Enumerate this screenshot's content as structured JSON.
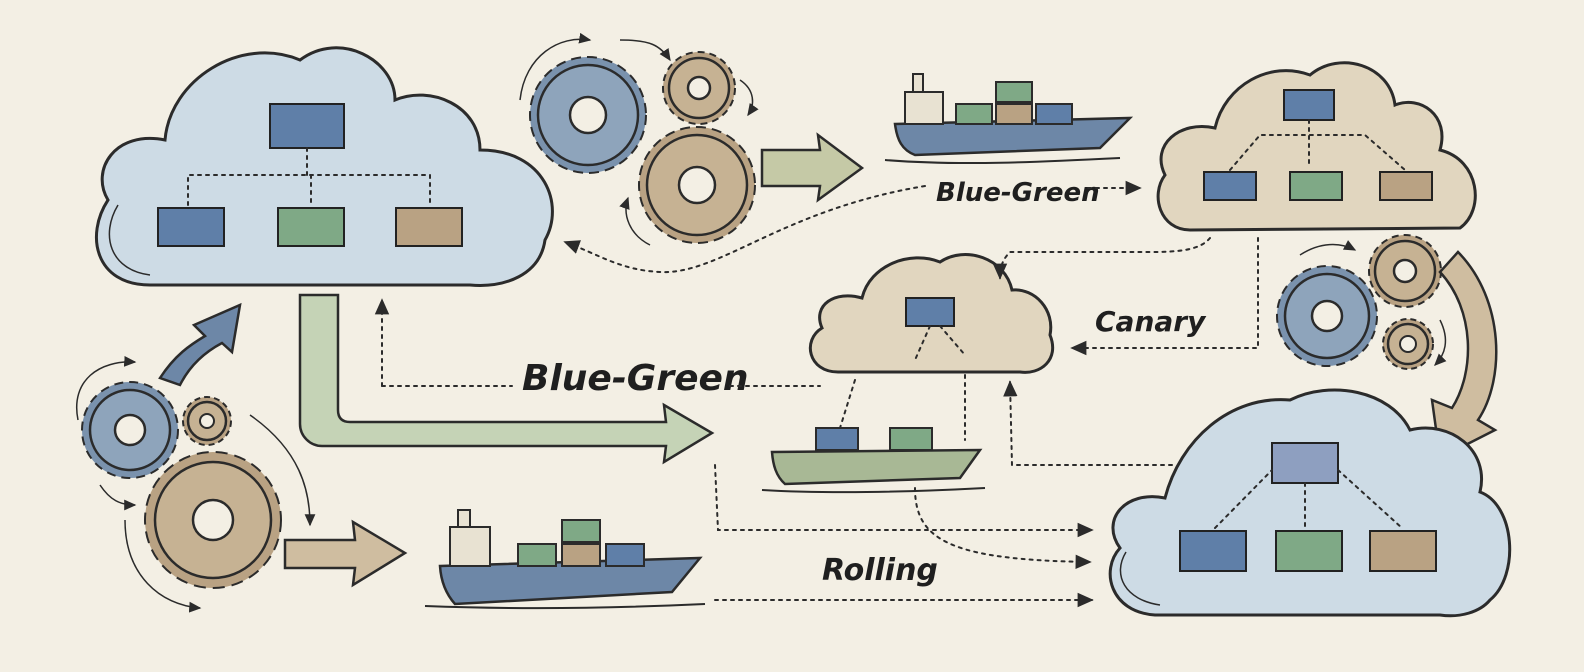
{
  "labels": {
    "blue_green_top": "Blue-Green",
    "canary": "Canary",
    "blue_green_middle": "Blue-Green",
    "rolling": "Rolling"
  },
  "colors": {
    "background": "#f3efe4",
    "blue": "#5f7fa8",
    "green": "#7fa986",
    "tan": "#b9a283",
    "cloud_blue": "#cddbe5",
    "cloud_tan": "#e1d6bf",
    "arrow_green": "#c5d3b6",
    "arrow_tan": "#cfbda0",
    "arrow_blue": "#6d87a7",
    "ink": "#2b2b2b"
  },
  "icons": [
    "cloud-icon",
    "gear-icon",
    "container-ship-icon",
    "arrow-icon"
  ]
}
